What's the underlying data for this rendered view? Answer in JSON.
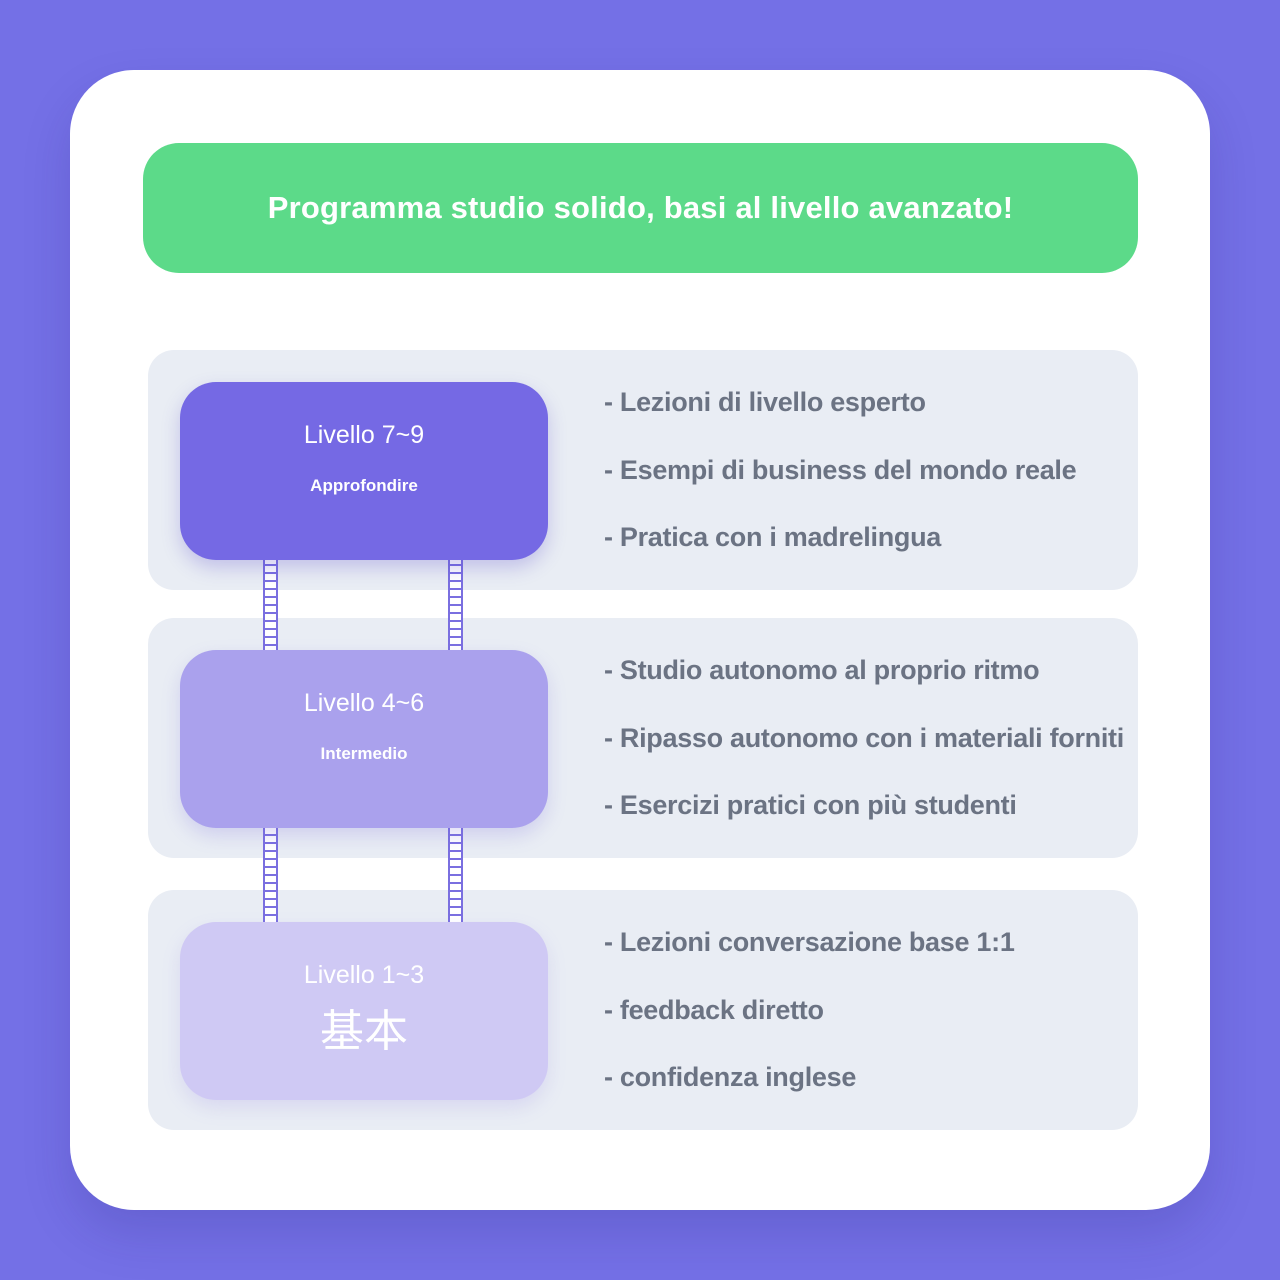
{
  "title": "Programma studio solido, basi al livello avanzato!",
  "levels": [
    {
      "name": "Livello 7~9",
      "subtitle": "Approfondire",
      "bullets": [
        "- Lezioni di livello esperto",
        "- Esempi di business del mondo reale",
        "- Pratica con i madrelingua"
      ]
    },
    {
      "name": "Livello 4~6",
      "subtitle": "Intermedio",
      "bullets": [
        "- Studio autonomo al proprio ritmo",
        "- Ripasso autonomo con i materiali forniti",
        "- Esercizi pratici con più studenti"
      ]
    },
    {
      "name": "Livello 1~3",
      "subtitle": "基本",
      "bullets": [
        "- Lezioni conversazione base 1:1",
        "- feedback diretto",
        "- confidenza inglese"
      ]
    }
  ],
  "colors": {
    "background": "#7470e6",
    "banner": "#5cda89",
    "panel": "#e9edf4",
    "level_7_9": "#7569e4",
    "level_4_6": "#aaa1ed",
    "level_1_3": "#cfc9f4",
    "text": "#6b7383",
    "ladder": "#7a6fe0"
  }
}
